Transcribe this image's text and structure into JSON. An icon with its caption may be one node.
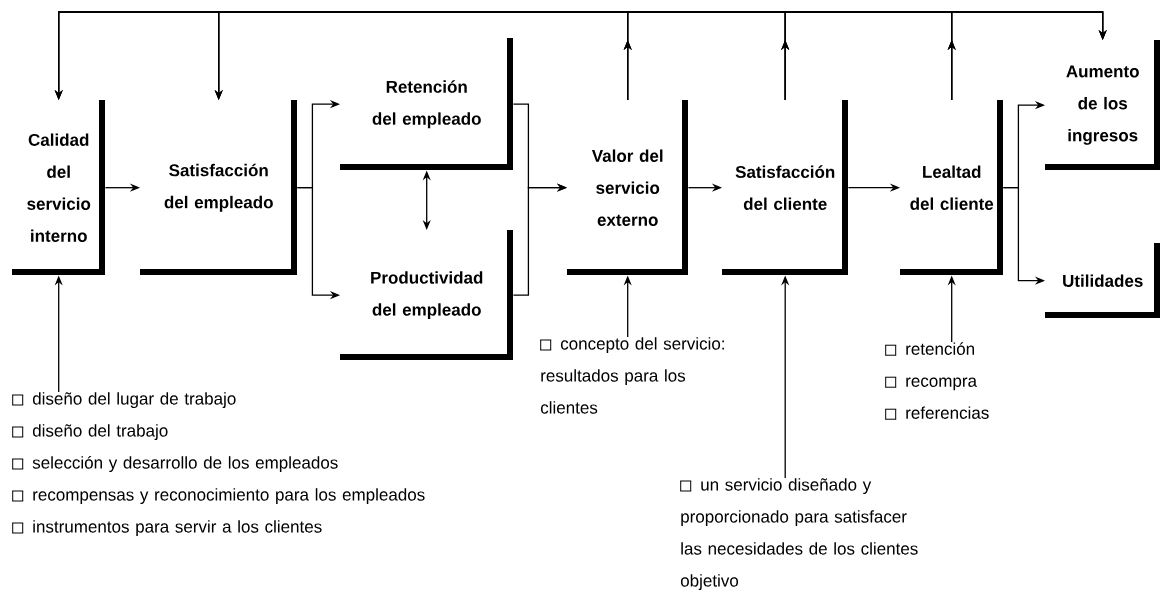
{
  "diagram": {
    "nodes": [
      {
        "text": [
          "Calidad del servicio interno"
        ]
      },
      {
        "text": [
          "Satisfacción del empleado"
        ]
      },
      {
        "text": [
          "Retención del empleado"
        ]
      },
      {
        "text": [
          "Productividad del empleado"
        ]
      },
      {
        "text": [
          "Valor del servicio externo"
        ]
      },
      {
        "text": [
          "Satisfacción del cliente"
        ]
      },
      {
        "text": [
          "Lealtad del cliente"
        ]
      },
      {
        "text": [
          "Aumento de los ingresos"
        ]
      },
      {
        "text": [
          "Utilidades"
        ]
      },
      {
        "text": [
          "diseño del lugar de trabajo",
          "diseño del trabajo",
          "selección y desarrollo de los empleados",
          "recompensas y reconocimiento para los empleados",
          "instrumentos para servir a los clientes"
        ]
      },
      {
        "text": [
          "concepto del servicio: resultados para los clientes"
        ]
      },
      {
        "text": [
          "un servicio diseñado y proporcionado para satisfacer las necesidades de los clientes objetivo"
        ]
      },
      {
        "text": [
          "retención",
          "recompra",
          "referencias"
        ]
      }
    ],
    "edges": [
      {
        "from": 0,
        "to": 1,
        "arrow": "to"
      },
      {
        "from": 1,
        "to": 2,
        "arrow": "to"
      },
      {
        "from": 1,
        "to": 3,
        "arrow": "to"
      },
      {
        "from": 2,
        "to": 3,
        "arrow": "both"
      },
      {
        "from": 2,
        "to": 4,
        "arrow": "to"
      },
      {
        "from": 3,
        "to": 4,
        "arrow": "to"
      },
      {
        "from": 4,
        "to": 5,
        "arrow": "to"
      },
      {
        "from": 5,
        "to": 6,
        "arrow": "to"
      },
      {
        "from": 6,
        "to": 7,
        "arrow": "to"
      },
      {
        "from": 6,
        "to": 8,
        "arrow": "to"
      },
      {
        "from": 9,
        "to": 0,
        "arrow": "to"
      },
      {
        "from": 10,
        "to": 4,
        "arrow": "to"
      },
      {
        "from": 11,
        "to": 5,
        "arrow": "to"
      },
      {
        "from": 12,
        "to": 6,
        "arrow": "to"
      },
      {
        "from": 4,
        "to": 0,
        "arrow": "to"
      },
      {
        "from": 4,
        "to": 1,
        "arrow": "to"
      },
      {
        "from": 4,
        "to": 7,
        "arrow": "to"
      },
      {
        "from": 5,
        "to": 0,
        "arrow": "to"
      },
      {
        "from": 5,
        "to": 1,
        "arrow": "to"
      },
      {
        "from": 5,
        "to": 7,
        "arrow": "to"
      },
      {
        "from": 6,
        "to": 0,
        "arrow": "to"
      },
      {
        "from": 6,
        "to": 1,
        "arrow": "to"
      },
      {
        "from": 6,
        "to": 7,
        "arrow": "to"
      }
    ]
  }
}
